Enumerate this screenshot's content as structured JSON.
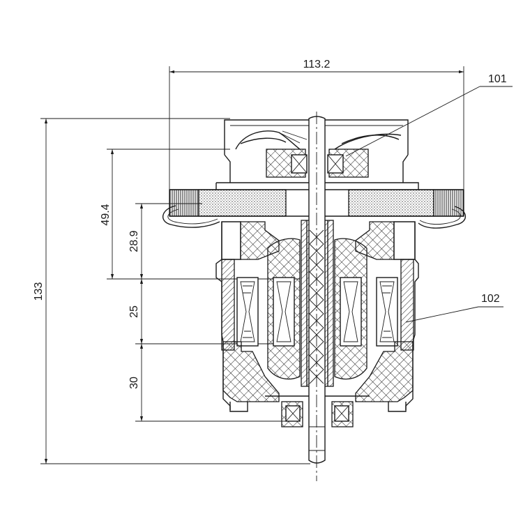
{
  "dimensions": {
    "overall_width": "113.2",
    "overall_height": "133",
    "fan_to_stator": "49.4",
    "brush_to_stator": "28.9",
    "stator_height": "25",
    "stator_to_bottom": "30"
  },
  "callouts": {
    "fan_label": "101",
    "stator_label": "102"
  }
}
